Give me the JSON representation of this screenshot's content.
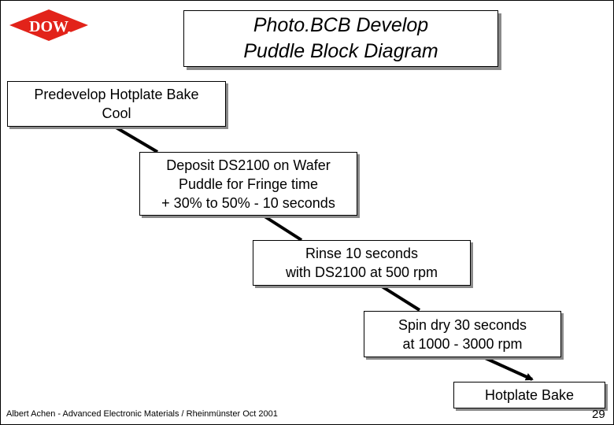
{
  "logo": {
    "text": "DOW"
  },
  "title": {
    "line1": "Photo.BCB Develop",
    "line2": "Puddle Block Diagram"
  },
  "steps": [
    {
      "lines": [
        "Predevelop Hotplate Bake",
        "Cool"
      ]
    },
    {
      "lines": [
        "Deposit DS2100 on Wafer",
        "Puddle for Fringe time",
        "+ 30% to 50% - 10 seconds"
      ]
    },
    {
      "lines": [
        "Rinse 10 seconds",
        "with DS2100 at 500 rpm"
      ]
    },
    {
      "lines": [
        "Spin dry 30 seconds",
        "at 1000 - 3000 rpm"
      ]
    },
    {
      "lines": [
        "Hotplate  Bake"
      ]
    }
  ],
  "footer": {
    "text": "Albert Achen - Advanced Electronic Materials / Rheinmünster Oct 2001"
  },
  "page_number": "29",
  "colors": {
    "logo_red": "#e2231a",
    "shadow": "#8a8a8a",
    "arrow": "#000000"
  }
}
